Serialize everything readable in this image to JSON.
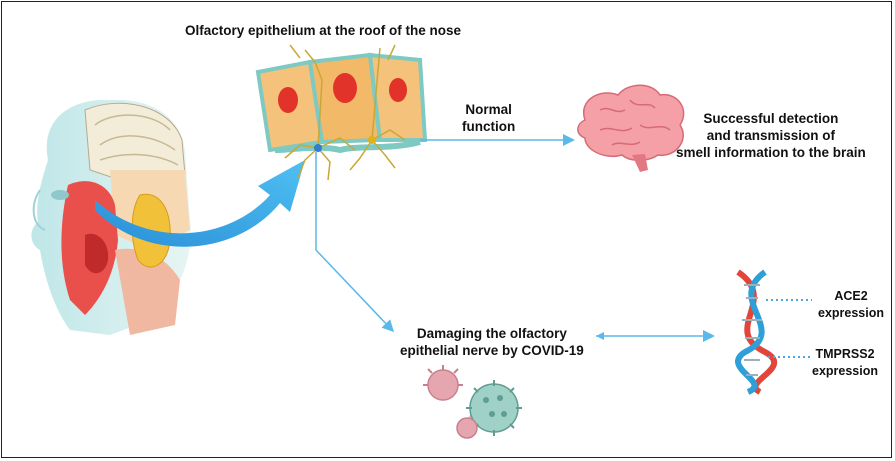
{
  "title": "Olfactory epithelium at the roof of the nose",
  "normal_function": "Normal\nfunction",
  "successful_detection": "Successful detection\nand transmission of\nsmell information to the brain",
  "damaging": "Damaging the olfactory\nepithelial nerve by COVID-19",
  "ace2": "ACE2\nexpression",
  "tmprss2": "TMPRSS2\nexpression",
  "icons": {
    "head": "head-anatomy-icon",
    "cells": "olfactory-epithelium-icon",
    "brain": "brain-icon",
    "virus": "virus-icon",
    "dna": "dna-icon"
  },
  "colors": {
    "arrow": "#3ea8e6",
    "connector": "#5bb8ea",
    "dotted": "#4aa8e0"
  }
}
